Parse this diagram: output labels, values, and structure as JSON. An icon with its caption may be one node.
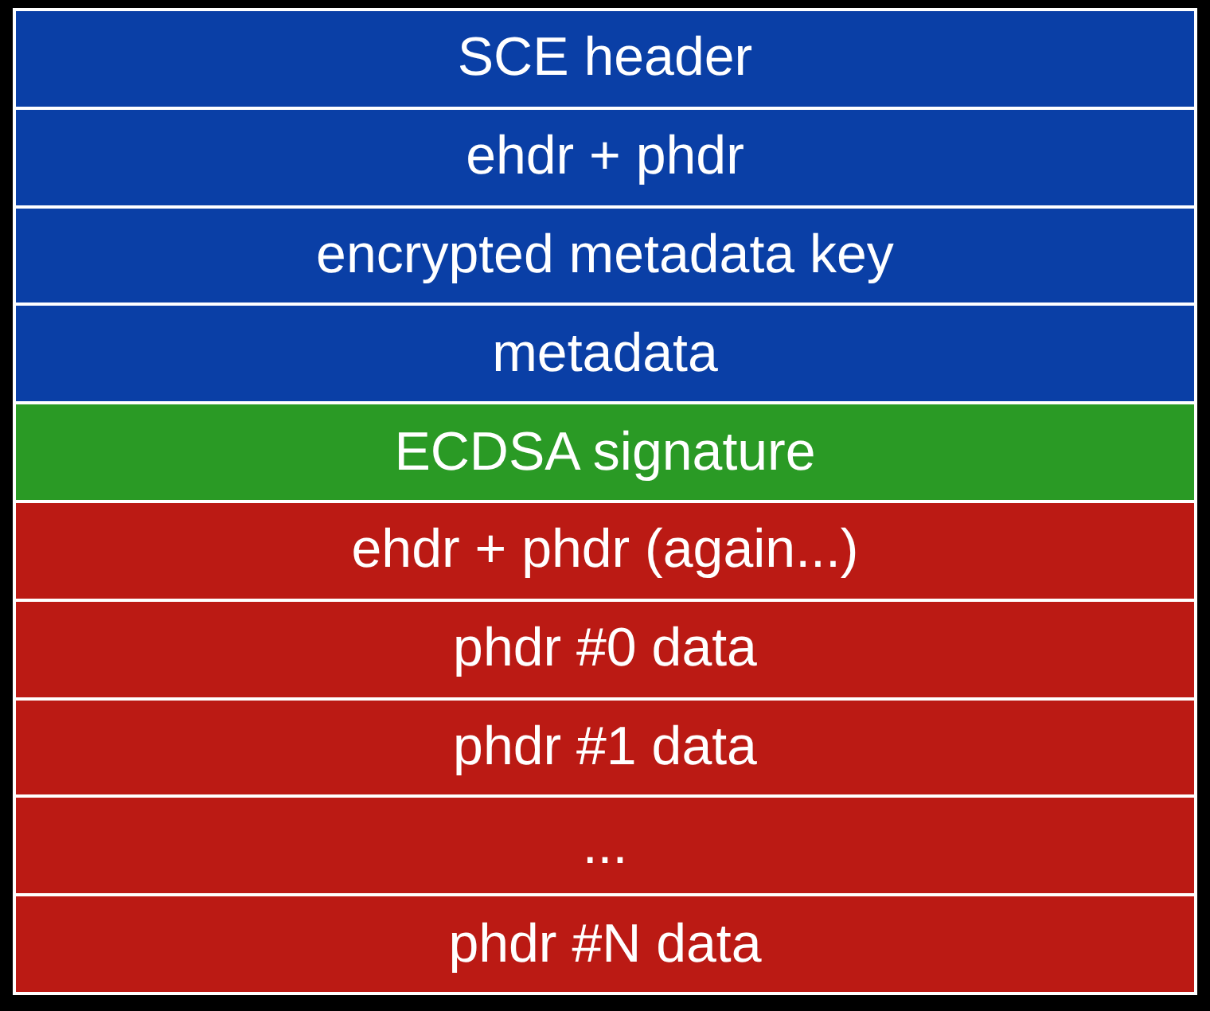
{
  "diagram": {
    "nodes": [
      {
        "text": [
          "SCE header"
        ]
      },
      {
        "text": [
          "ehdr + phdr"
        ]
      },
      {
        "text": [
          "encrypted metadata key"
        ]
      },
      {
        "text": [
          "metadata"
        ]
      },
      {
        "text": [
          "ECDSA signature"
        ]
      },
      {
        "text": [
          "ehdr + phdr (again...)"
        ]
      },
      {
        "text": [
          "phdr #0 data"
        ]
      },
      {
        "text": [
          "phdr #1 data"
        ]
      },
      {
        "text": [
          "..."
        ]
      },
      {
        "text": [
          "phdr #N data"
        ]
      }
    ]
  }
}
